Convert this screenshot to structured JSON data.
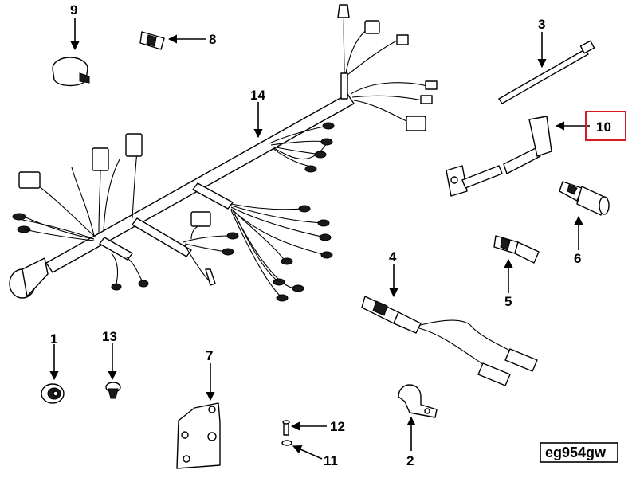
{
  "callouts": {
    "c1": "1",
    "c2": "2",
    "c3": "3",
    "c4": "4",
    "c5": "5",
    "c6": "6",
    "c7": "7",
    "c8": "8",
    "c9": "9",
    "c10": "10",
    "c11": "11",
    "c12": "12",
    "c13": "13",
    "c14": "14"
  },
  "figure_code": "eg954gw",
  "colors": {
    "highlight_box": "#d81c24",
    "line": "#000000",
    "background": "#ffffff"
  }
}
